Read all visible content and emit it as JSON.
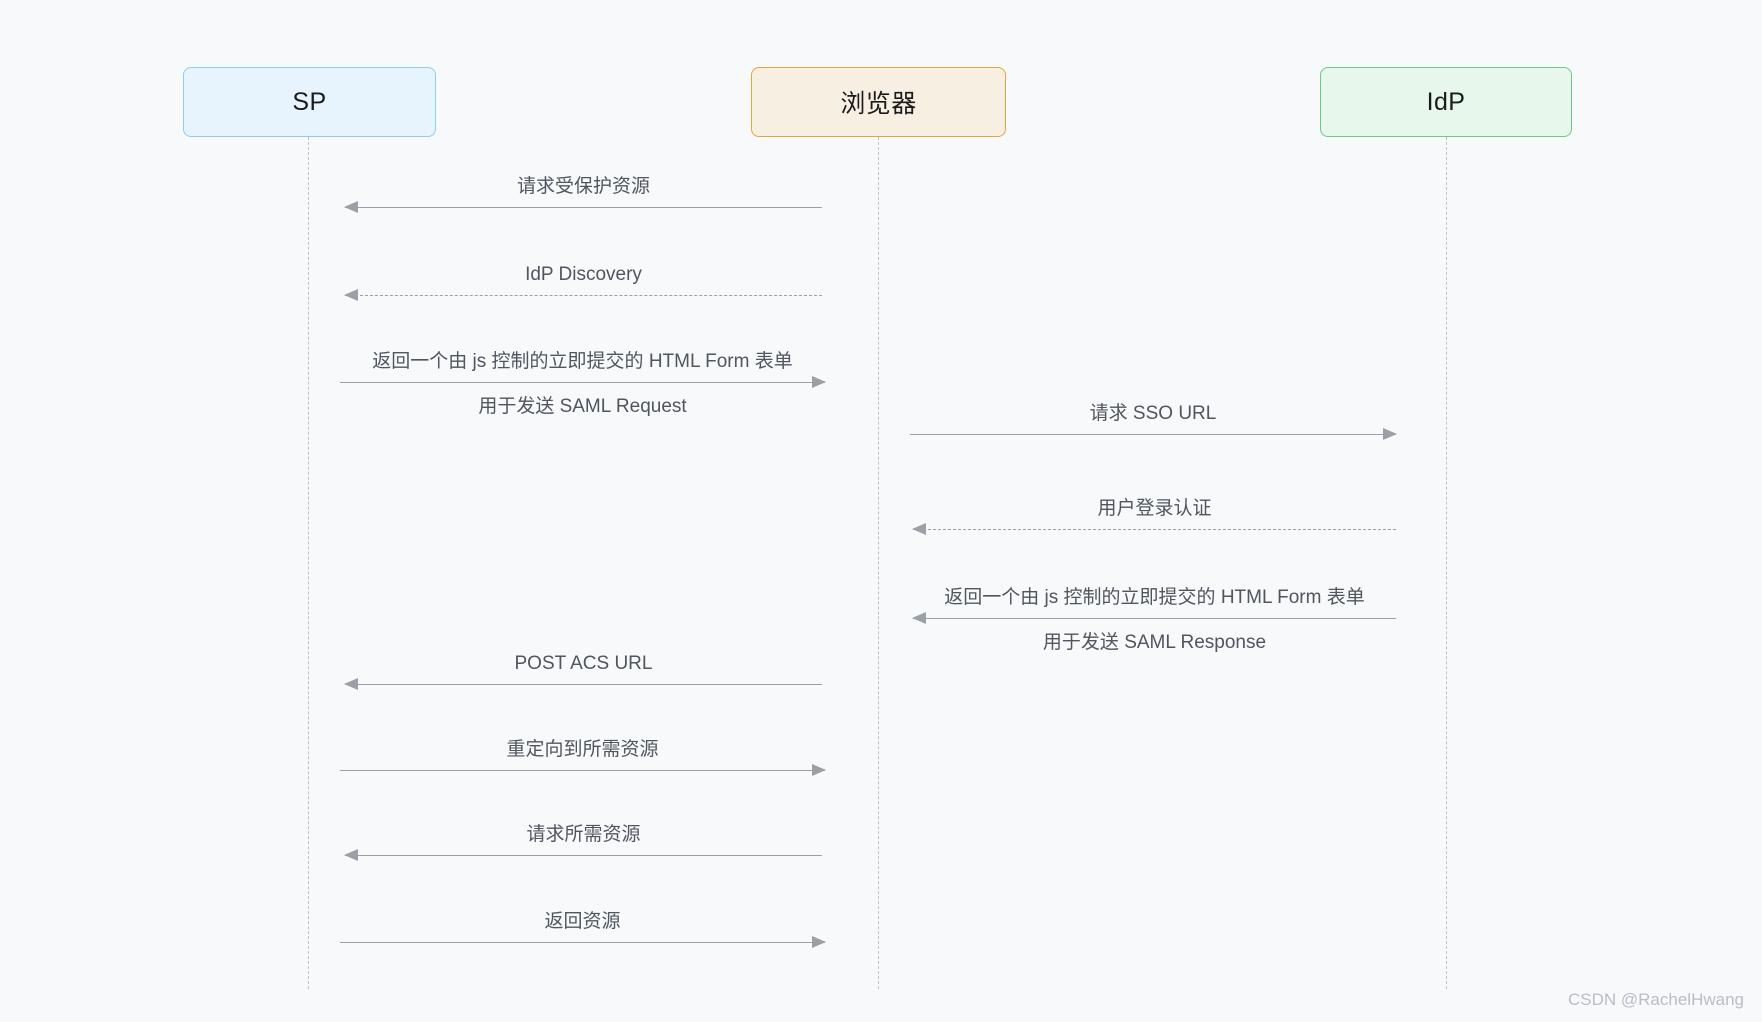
{
  "diagram": {
    "type": "sequence-diagram",
    "background_color": "#f7f9fb",
    "participants": [
      {
        "id": "sp",
        "label": "SP",
        "fill": "#e8f4fd",
        "border": "#8ecdf3"
      },
      {
        "id": "browser",
        "label": "浏览器",
        "fill": "#f8efe3",
        "border": "#e8a33d"
      },
      {
        "id": "idp",
        "label": "IdP",
        "fill": "#e8f7ec",
        "border": "#6dc98a"
      }
    ],
    "messages": [
      {
        "n": 1,
        "from": "browser",
        "to": "sp",
        "direction": "left",
        "style": "solid",
        "label_above": "请求受保护资源",
        "label_below": ""
      },
      {
        "n": 2,
        "from": "browser",
        "to": "sp",
        "direction": "left",
        "style": "dashed",
        "label_above": "IdP Discovery",
        "label_below": ""
      },
      {
        "n": 3,
        "from": "sp",
        "to": "browser",
        "direction": "right",
        "style": "solid",
        "label_above": "返回一个由 js 控制的立即提交的 HTML Form 表单",
        "label_below": "用于发送 SAML Request"
      },
      {
        "n": 4,
        "from": "browser",
        "to": "idp",
        "direction": "right",
        "style": "solid",
        "label_above": "请求 SSO URL",
        "label_below": ""
      },
      {
        "n": 5,
        "from": "idp",
        "to": "browser",
        "direction": "left",
        "style": "dashed",
        "label_above": "用户登录认证",
        "label_below": ""
      },
      {
        "n": 6,
        "from": "idp",
        "to": "browser",
        "direction": "left",
        "style": "solid",
        "label_above": "返回一个由 js 控制的立即提交的 HTML Form 表单",
        "label_below": "用于发送 SAML Response"
      },
      {
        "n": 7,
        "from": "browser",
        "to": "sp",
        "direction": "left",
        "style": "solid",
        "label_above": "POST ACS URL",
        "label_below": ""
      },
      {
        "n": 8,
        "from": "sp",
        "to": "browser",
        "direction": "right",
        "style": "solid",
        "label_above": "重定向到所需资源",
        "label_below": ""
      },
      {
        "n": 9,
        "from": "browser",
        "to": "sp",
        "direction": "left",
        "style": "solid",
        "label_above": "请求所需资源",
        "label_below": ""
      },
      {
        "n": 10,
        "from": "sp",
        "to": "browser",
        "direction": "right",
        "style": "solid",
        "label_above": "返回资源",
        "label_below": ""
      }
    ],
    "watermark": "CSDN @RachelHwang"
  }
}
